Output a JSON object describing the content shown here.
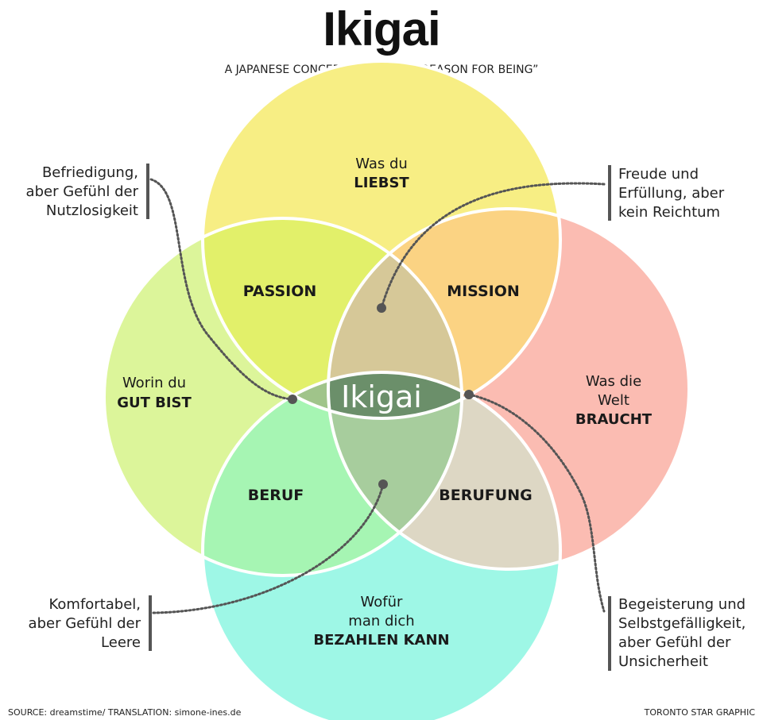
{
  "header": {
    "title": "Ikigai",
    "subtitle": "A JAPANESE CONCEPT MEANING “A REASON FOR BEING”"
  },
  "circles": {
    "top": {
      "line1": "Was du",
      "line2": "LIEBST",
      "color": "#f7ee84"
    },
    "left": {
      "line1": "Worin du",
      "line2": "GUT BIST",
      "color": "#dcf59a"
    },
    "right": {
      "line1": "Was die",
      "line2": "Welt",
      "line3": "BRAUCHT",
      "color": "#fbbcb2"
    },
    "bottom": {
      "line1": "Wofür",
      "line2": "man dich",
      "line3": "BEZAHLEN KANN",
      "color": "#9ef7e6"
    }
  },
  "overlaps": {
    "passion": "PASSION",
    "mission": "MISSION",
    "beruf": "BERUF",
    "berufung": "BERUFUNG",
    "center": "Ikigai"
  },
  "callouts": {
    "top_left": [
      "Befriedigung,",
      "aber Gefühl der",
      "Nutzlosigkeit"
    ],
    "top_right": [
      "Freude und",
      "Erfüllung, aber",
      "kein Reichtum"
    ],
    "bottom_left": [
      "Komfortabel,",
      "aber Gefühl der",
      "Leere"
    ],
    "bottom_right": [
      "Begeisterung und",
      "Selbstgefälligkeit,",
      "aber Gefühl der",
      "Unsicherheit"
    ]
  },
  "footer": {
    "source": "SOURCE: dreamstime/ TRANSLATION: simone-ines.de",
    "credit": "TORONTO STAR GRAPHIC"
  },
  "colors": {
    "passion": "#e2f06a",
    "mission": "#fbd383",
    "beruf": "#a6f5b3",
    "berufung": "#ddd7c4",
    "center": "#6b8f6a",
    "upper_lens": "#d6c898",
    "left_lens": "#a0c48a",
    "right_lens": "#dfb090",
    "lower_lens": "#a7cd9d"
  }
}
